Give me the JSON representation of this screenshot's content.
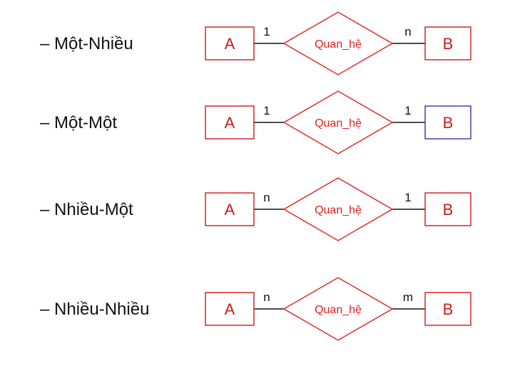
{
  "colors": {
    "entity": "#cc1a1a",
    "entity_alt": "#3333aa",
    "relationship": "#e02020",
    "text": "#111111"
  },
  "rows": [
    {
      "label": "– Một-Nhiều",
      "entity_left": "A",
      "relationship": "Quan_hệ",
      "entity_right": "B",
      "card_left": "1",
      "card_right": "n",
      "right_border": "entity"
    },
    {
      "label": "– Một-Một",
      "entity_left": "A",
      "relationship": "Quan_hệ",
      "entity_right": "B",
      "card_left": "1",
      "card_right": "1",
      "right_border": "entity_alt"
    },
    {
      "label": "– Nhiều-Một",
      "entity_left": "A",
      "relationship": "Quan_hệ",
      "entity_right": "B",
      "card_left": "n",
      "card_right": "1",
      "right_border": "entity"
    },
    {
      "label": "– Nhiều-Nhiều",
      "entity_left": "A",
      "relationship": "Quan_hệ",
      "entity_right": "B",
      "card_left": "n",
      "card_right": "m",
      "right_border": "entity"
    }
  ]
}
